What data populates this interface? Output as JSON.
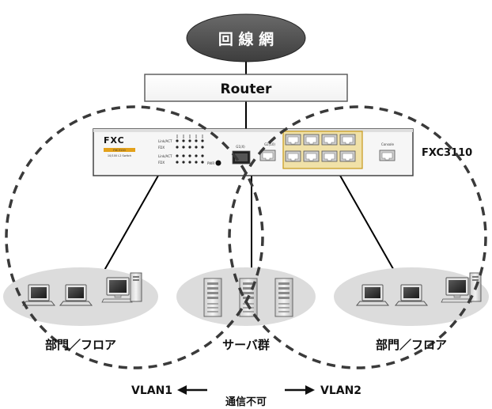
{
  "cloud": {
    "label": "回 線 網"
  },
  "router": {
    "label": "Router"
  },
  "switch": {
    "model_label": "FXC3110",
    "brand": "FXC",
    "sub_brand": "FXC3110",
    "sub_text": "10/100 L2 Switch",
    "port_labels": [
      "Link/ACT",
      "FDX",
      "Link/ACT",
      "FDX"
    ],
    "pwr_label": "PWR",
    "g1_label": "G1(X)",
    "g2_label": "G2(10)",
    "console_label": "Console"
  },
  "groups": {
    "left": {
      "label": "部門／フロア"
    },
    "center": {
      "label": "サーバ群"
    },
    "right": {
      "label": "部門／フロア"
    }
  },
  "vlan": {
    "vlan1": "VLAN1",
    "vlan2": "VLAN2",
    "no_comm": "通信不可"
  }
}
